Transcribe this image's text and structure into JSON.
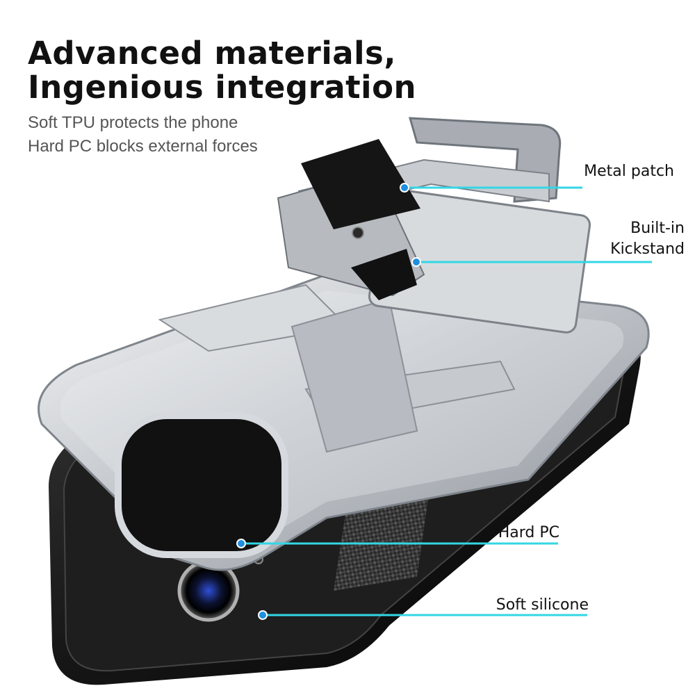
{
  "headline": {
    "line1": "Advanced materials,",
    "line2": "Ingenious integration"
  },
  "subtitle": {
    "line1": "Soft TPU protects the phone",
    "line2": "Hard PC blocks external forces"
  },
  "callouts": {
    "metal_patch": "Metal patch",
    "kickstand_line1": "Built-in",
    "kickstand_line2": "Kickstand",
    "hard_pc": "Hard PC",
    "soft_silicone": "Soft silicone"
  },
  "colors": {
    "callout_line": "#33d6e6",
    "callout_dot": "#1f8fe0",
    "silver_frame": "#c9cdd2",
    "black_case": "#1a1a1a"
  }
}
